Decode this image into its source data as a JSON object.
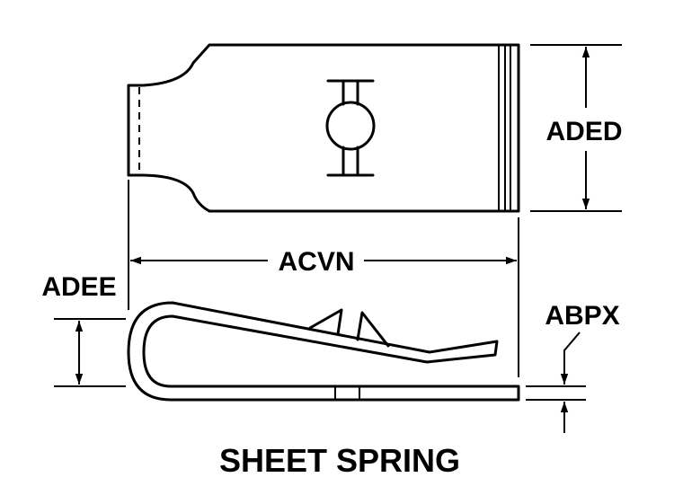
{
  "title": "SHEET SPRING",
  "dimensions": {
    "width": "ADED",
    "length": "ACVN",
    "height": "ADEE",
    "thickness": "ABPX"
  }
}
